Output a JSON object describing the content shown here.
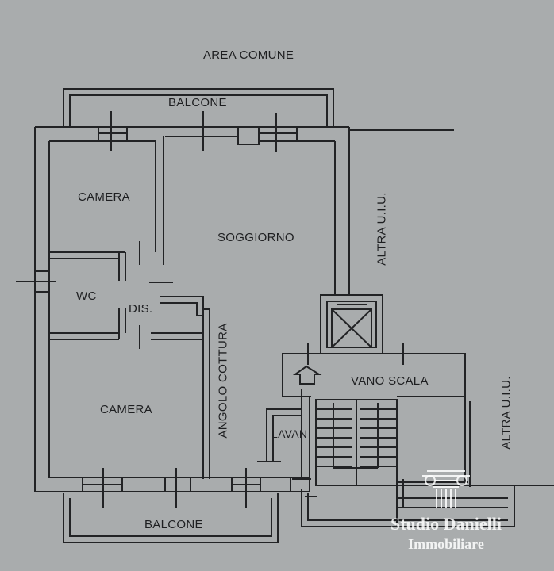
{
  "labels": {
    "area_comune": "AREA COMUNE",
    "balcone_top": "BALCONE",
    "camera_top": "CAMERA",
    "soggiorno": "SOGGIORNO",
    "altra_uiu_top": "ALTRA U.I.U.",
    "wc": "WC",
    "dis": "DIS.",
    "angolo_cottura": "ANGOLO COTTURA",
    "vano_scala": "VANO SCALA",
    "camera_bottom": "CAMERA",
    "lavan": "LAVAN",
    "altra_uiu_bottom": "ALTRA U.I.U.",
    "balcone_bottom": "BALCONE"
  },
  "watermark": {
    "name": "Studio Danielli",
    "subtitle": "Immobiliare",
    "logo_icon": "column-capital-icon"
  },
  "colors": {
    "paper": "#a9acad",
    "ink": "#1e1f21",
    "watermark": "#ffffff"
  }
}
